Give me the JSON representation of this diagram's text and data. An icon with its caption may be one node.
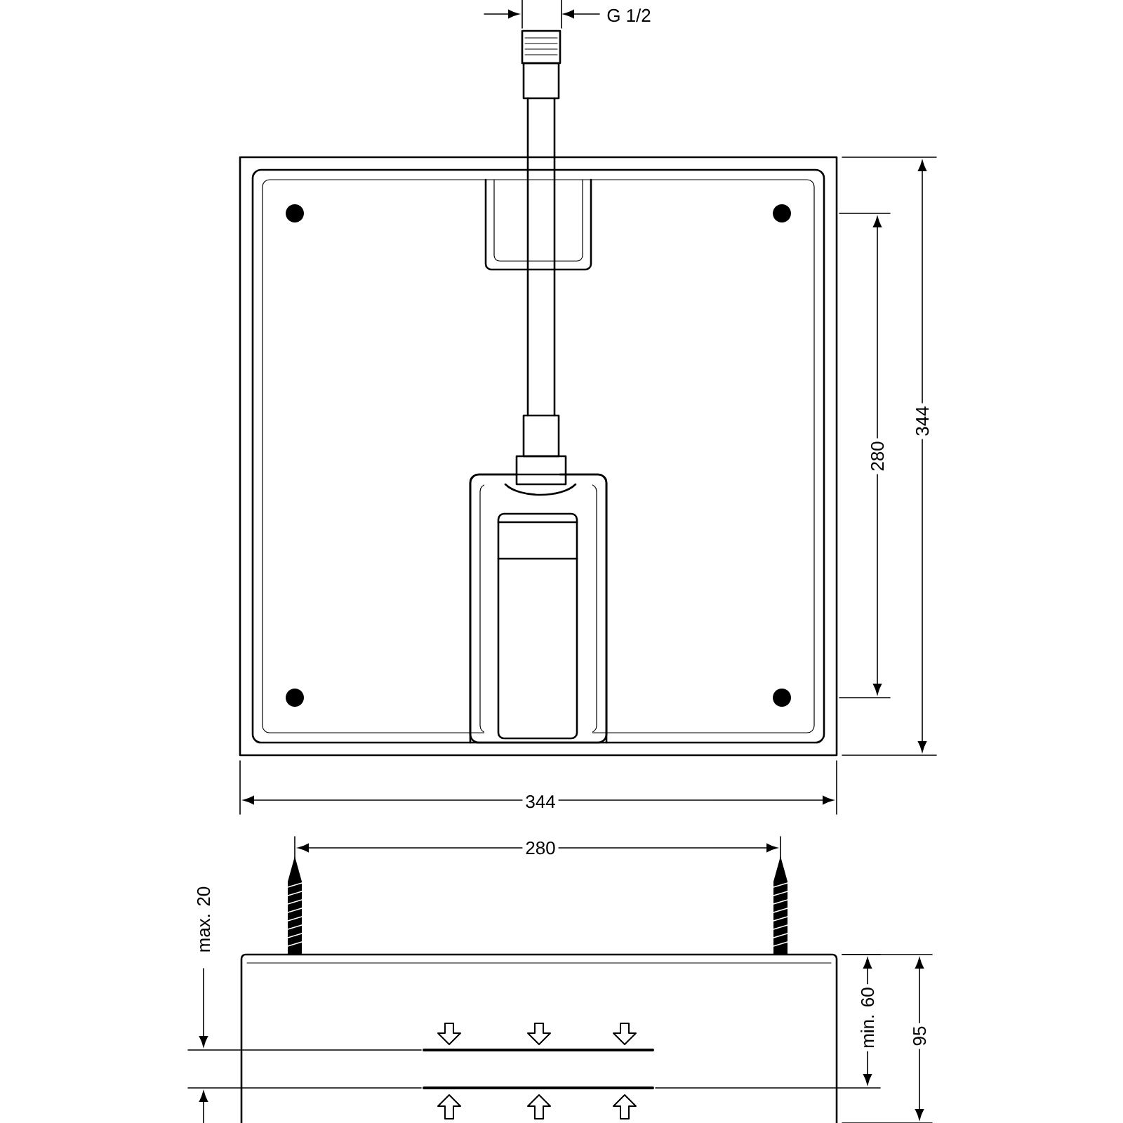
{
  "diagram": {
    "labels": [
      "G 1/2",
      "344",
      "280",
      "344",
      "280",
      "max. 20",
      "min. 60",
      "95"
    ]
  }
}
